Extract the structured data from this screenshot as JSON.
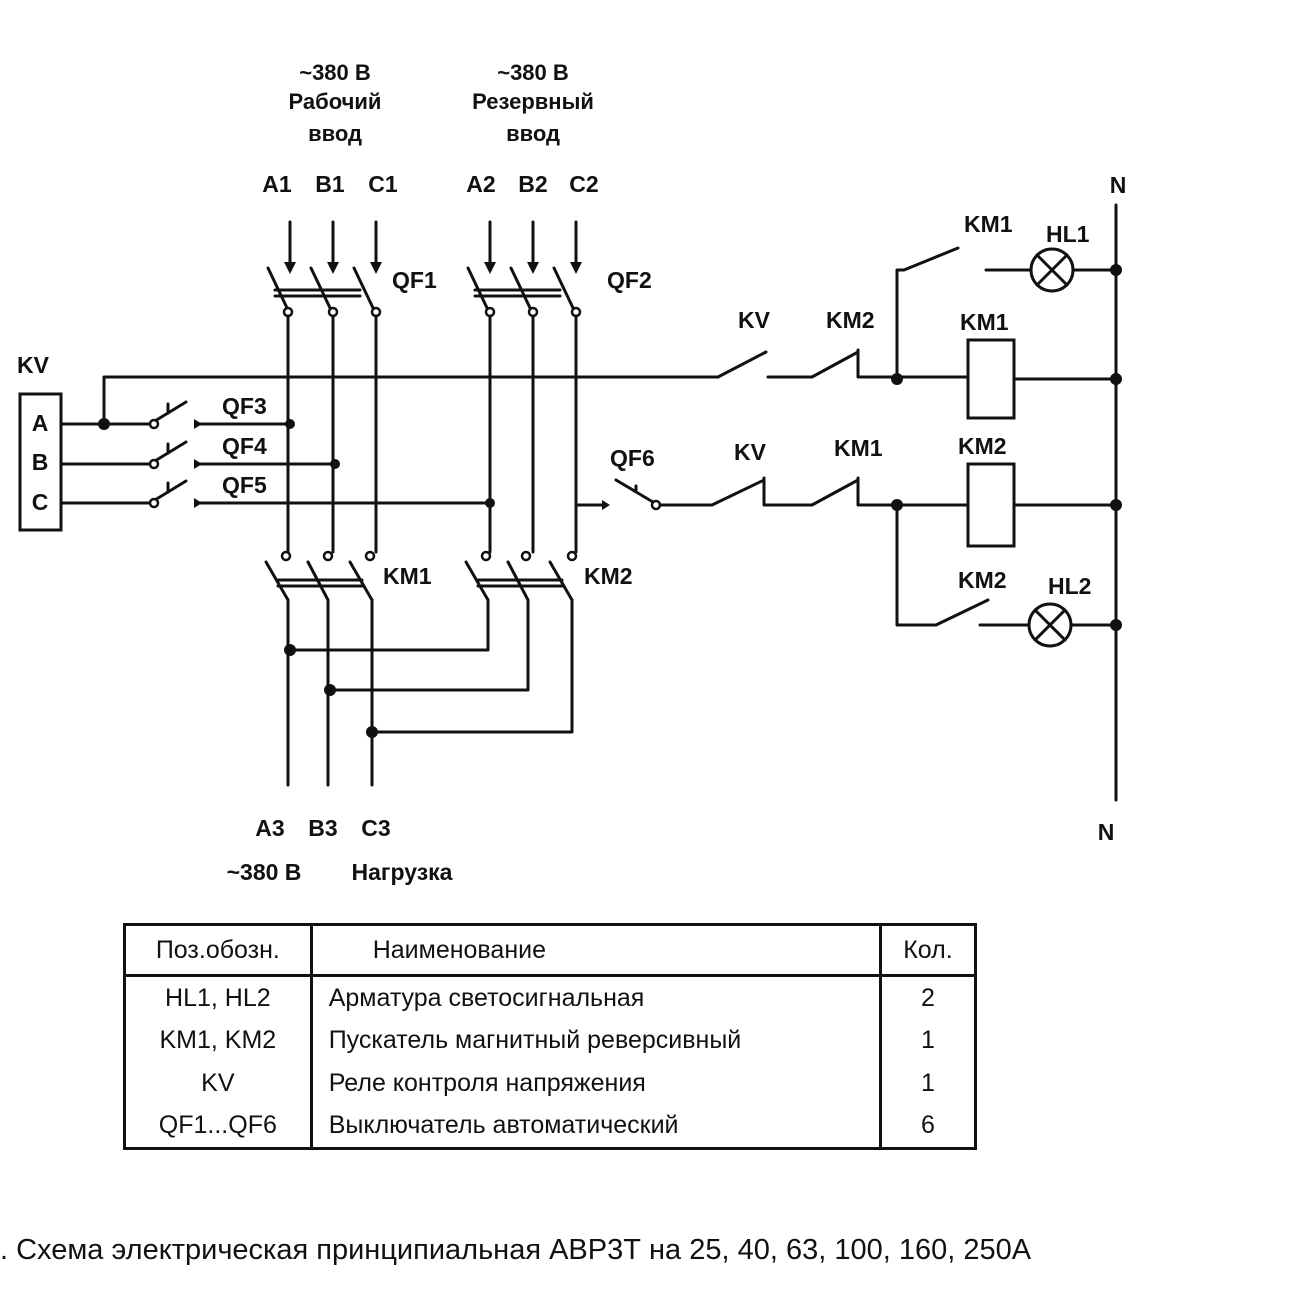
{
  "inputs": {
    "working": {
      "voltage": "~380 В",
      "line1": "Рабочий",
      "line2": "ввод",
      "phases": [
        "A1",
        "B1",
        "C1"
      ],
      "breaker": "QF1"
    },
    "reserve": {
      "voltage": "~380 В",
      "line1": "Резервный",
      "line2": "ввод",
      "phases": [
        "A2",
        "B2",
        "C2"
      ],
      "breaker": "QF2"
    }
  },
  "kv_relay": {
    "label": "KV",
    "terminals": [
      "A",
      "B",
      "C"
    ],
    "breakers": [
      "QF3",
      "QF4",
      "QF5"
    ]
  },
  "contactors": {
    "km1": "KM1",
    "km2": "KM2"
  },
  "control": {
    "neutral_top": "N",
    "neutral_bottom": "N",
    "row1": {
      "kv": "KV",
      "km": "KM2",
      "coil": "KM1"
    },
    "row2": {
      "qf": "QF6",
      "kv": "KV",
      "km": "KM1",
      "coil": "KM2"
    },
    "lamp1": {
      "contact": "KM1",
      "lamp": "HL1"
    },
    "lamp2": {
      "contact": "KM2",
      "lamp": "HL2"
    }
  },
  "load": {
    "phases": [
      "A3",
      "B3",
      "C3"
    ],
    "voltage": "~380 В",
    "label": "Нагрузка"
  },
  "table": {
    "headers": [
      "Поз.обозн.",
      "Наименование",
      "Кол."
    ],
    "rows": [
      [
        "HL1, HL2",
        "Арматура светосигнальная",
        "2"
      ],
      [
        "KM1, KM2",
        "Пускатель магнитный реверсивный",
        "1"
      ],
      [
        "KV",
        "Реле контроля напряжения",
        "1"
      ],
      [
        "QF1...QF6",
        "Выключатель автоматический",
        "6"
      ]
    ]
  },
  "caption": ". Схема электрическая принципиальная АВР3Т на 25, 40, 63, 100, 160, 250А"
}
